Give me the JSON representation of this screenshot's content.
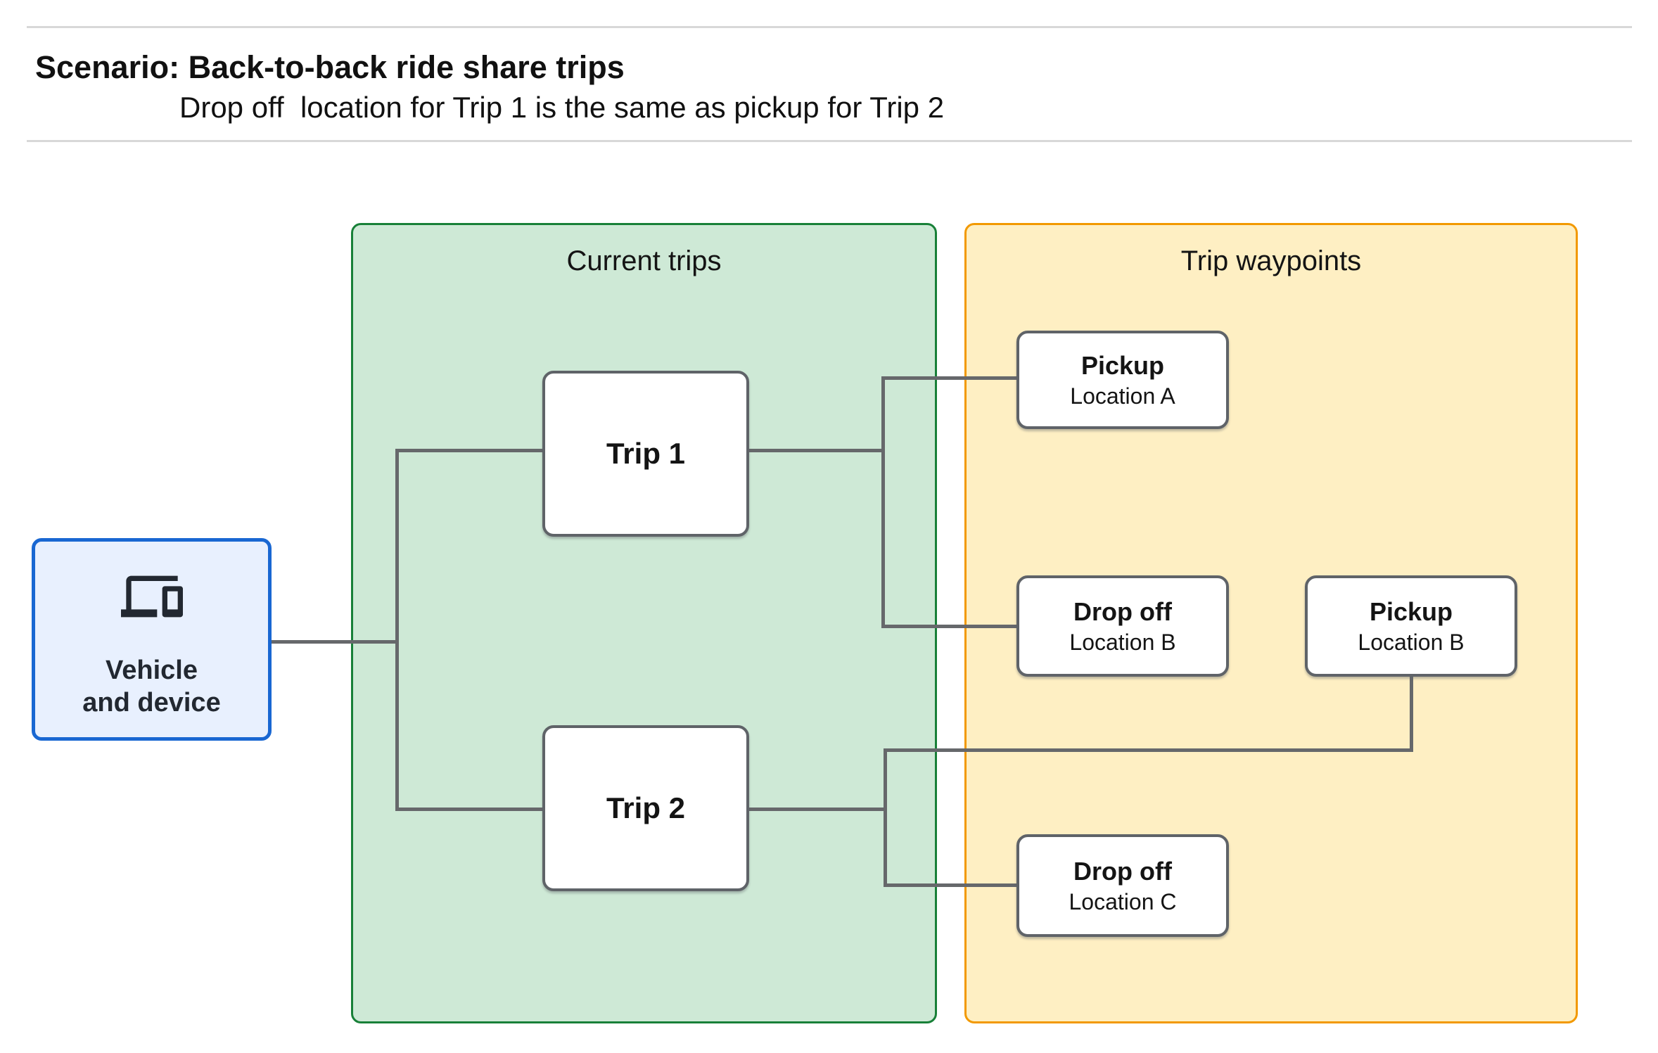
{
  "header": {
    "title": "Scenario: Back-to-back ride share trips",
    "subtitle": "Drop off  location for Trip 1 is the same as pickup for Trip 2"
  },
  "vehicle_node": {
    "icon": "devices-icon",
    "label_line1": "Vehicle",
    "label_line2": "and device"
  },
  "groups": {
    "current_trips": {
      "title": "Current trips",
      "fill": "#CEE9D6",
      "border": "#188038"
    },
    "trip_waypoints": {
      "title": "Trip waypoints",
      "fill": "#FEEFC3",
      "border": "#F29900"
    }
  },
  "trips": [
    {
      "label": "Trip 1"
    },
    {
      "label": "Trip 2"
    }
  ],
  "waypoints": [
    {
      "type": "Pickup",
      "location": "Location A"
    },
    {
      "type": "Drop off",
      "location": "Location B"
    },
    {
      "type": "Pickup",
      "location": "Location B"
    },
    {
      "type": "Drop off",
      "location": "Location C"
    }
  ],
  "connections": [
    "Vehicle and device — Trip 1",
    "Vehicle and device — Trip 2",
    "Trip 1 — Pickup Location A",
    "Trip 1 — Drop off Location B",
    "Trip 2 — Pickup Location B",
    "Trip 2 — Drop off Location C"
  ],
  "colors": {
    "vehicle_fill": "#E8F0FE",
    "vehicle_border": "#1967D2",
    "trips_fill": "#CEE9D6",
    "trips_border": "#188038",
    "waypoints_fill": "#FEEFC3",
    "waypoints_border": "#F29900",
    "box_border": "#5F6368",
    "connector": "#66686B",
    "rule": "#D8D8D8",
    "text": "#141414"
  }
}
